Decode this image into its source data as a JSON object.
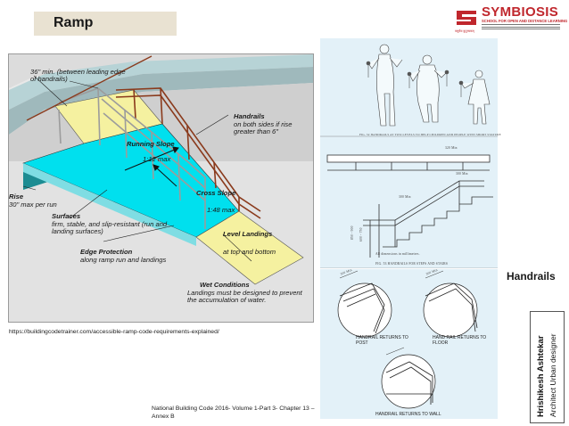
{
  "title": "Ramp",
  "logo": {
    "name": "SYMBIOSIS",
    "subtitle": "SCHOOL FOR OPEN AND DISTANCE LEARNING",
    "tagline": "वसुधैव कुटुम्बकम्"
  },
  "ramp_diagram": {
    "labels": {
      "min_width": "36\" min. (between leading edge of handrails)",
      "handrails_title": "Handrails",
      "handrails_desc": "on both sides if rise greater than 6\"",
      "running_slope_title": "Running Slope",
      "running_slope_value": "1:12 max",
      "cross_slope_title": "Cross Slope",
      "cross_slope_value": "1:48 max",
      "rise_title": "Rise",
      "rise_desc": "30\" max per run",
      "surfaces_title": "Surfaces",
      "surfaces_desc": "firm, stable, and slip-resistant (run and landing surfaces)",
      "level_landings_title": "Level Landings",
      "level_landings_desc": "at top and bottom",
      "edge_protection_title": "Edge Protection",
      "edge_protection_desc": "along ramp run and landings",
      "wet_conditions_title": "Wet Conditions",
      "wet_conditions_desc": "Landings must be designed to prevent the accumulation of water."
    },
    "colors": {
      "ramp_surface": "#00e0ee",
      "landing": "#f5f1a0",
      "wall_top": "#b4d3d6",
      "handrail": "#8a3a1c"
    }
  },
  "source_url": "https://buildingcodetrainer.com/accessible-ramp-code-requirements-explained/",
  "figures": {
    "fig52_caption": "FIG. 52 HANDRAILS AT TWO LEVELS TO HELP CHILDREN AND PEOPLE WITH SHORT STATURE",
    "fig53_caption": "FIG. 53 HANDRAILS FOR STEPS AND STAIRS",
    "dims_note": "All dimensions in millimetres.",
    "dim_320": "320 Min",
    "dim_300": "300 Min",
    "dim_850": "850 - 900",
    "dim_600": "600 - 750",
    "dim_300a": "300 Min",
    "dim_300b": "300 Min",
    "dim_300c": "300 Min",
    "handrail_returns": [
      "HANDRAIL RETURNS TO POST",
      "HAND RAIL RETURNS TO FLOOR",
      "HANDRAIL RETURNS TO WALL"
    ]
  },
  "handrails_heading": "Handrails",
  "author": {
    "name": "Hrishikesh Ashtekar",
    "role": "Architect Urban designer"
  },
  "reference": "National Building Code 2016- Volume 1-Part 3- Chapter 13 – Annex B"
}
